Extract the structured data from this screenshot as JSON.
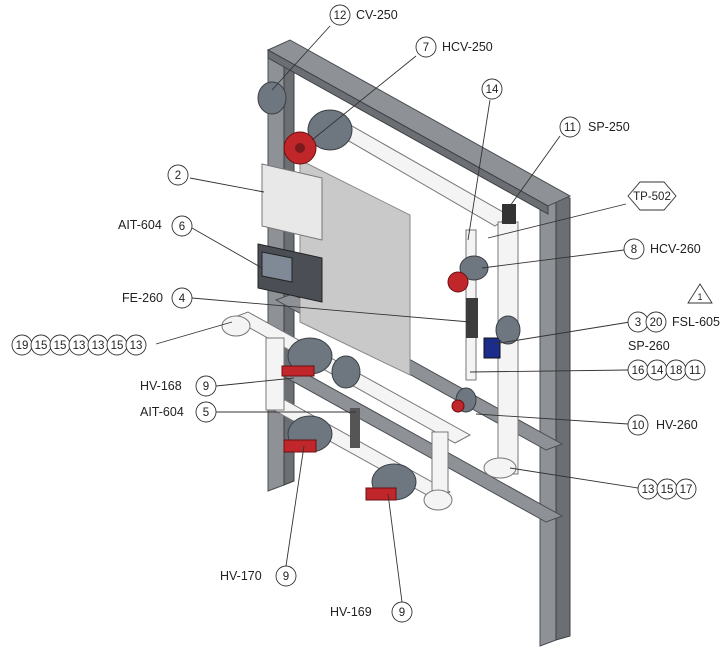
{
  "labels": {
    "cv250": "CV-250",
    "hcv250": "HCV-250",
    "sp250": "SP-250",
    "tp502": "TP-502",
    "ait604_top": "AIT-604",
    "hcv260": "HCV-260",
    "fe260": "FE-260",
    "fsl605": "FSL-605",
    "sp260": "SP-260",
    "hv168": "HV-168",
    "ait604_bottom": "AIT-604",
    "hv260": "HV-260",
    "hv170": "HV-170",
    "hv169": "HV-169"
  },
  "bubbles": {
    "b12": "12",
    "b7": "7",
    "b14_top": "14",
    "b11_top": "11",
    "b2": "2",
    "b6": "6",
    "b8": "8",
    "b4": "4",
    "b3": "3",
    "b20": "20",
    "warn": "1",
    "g1_1": "19",
    "g1_2": "15",
    "g1_3": "15",
    "g1_4": "13",
    "g1_5": "13",
    "g1_6": "15",
    "g1_7": "13",
    "g2_1": "16",
    "g2_2": "14",
    "g2_3": "18",
    "g2_4": "11",
    "b9_hv168": "9",
    "b5": "5",
    "b10": "10",
    "g3_1": "13",
    "g3_2": "15",
    "g3_3": "17",
    "b9_hv170": "9",
    "b9_hv169": "9"
  }
}
